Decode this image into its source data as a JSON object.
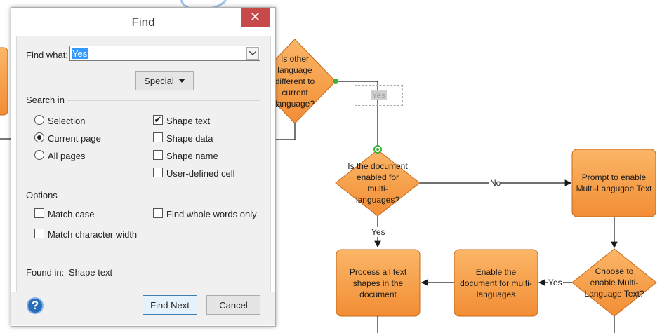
{
  "dialog": {
    "title": "Find",
    "find_what_label": "Find what:",
    "find_what_value": "Yes",
    "special_button": "Special",
    "search_in_label": "Search in",
    "scope_options": [
      {
        "label": "Selection",
        "selected": false
      },
      {
        "label": "Current page",
        "selected": true
      },
      {
        "label": "All pages",
        "selected": false
      }
    ],
    "search_targets": [
      {
        "label": "Shape text",
        "checked": true
      },
      {
        "label": "Shape data",
        "checked": false
      },
      {
        "label": "Shape name",
        "checked": false
      },
      {
        "label": "User-defined cell",
        "checked": false
      }
    ],
    "options_label": "Options",
    "options": [
      {
        "label": "Match case",
        "checked": false
      },
      {
        "label": "Find whole words only",
        "checked": false
      },
      {
        "label": "Match character width",
        "checked": false
      }
    ],
    "found_in_label": "Found in:",
    "found_in_value": "Shape text",
    "find_next_button": "Find Next",
    "cancel_button": "Cancel",
    "close_glyph": "✕",
    "help_glyph": "?",
    "icons": {
      "close": "close-icon",
      "help": "help-icon",
      "dropdown": "chevron-down-icon"
    }
  },
  "flowchart": {
    "shapes": {
      "other_language": "Is other\nlanguage\ndifferent to\ncurrent\nlanguage?",
      "document_enabled": "Is the document\nenabled for\nmulti-\nlanguages?",
      "prompt_enable": "Prompt to enable\nMulti-Langugae Text",
      "choose_enable": "Choose to\nenable Multi-\nLanguage Text?",
      "enable_document": "Enable the\ndocument for multi-\nlanguages",
      "process_shapes": "Process all text\nshapes in the\ndocument"
    },
    "connector_labels": {
      "selected_yes": "Yes",
      "no": "No",
      "yes_down": "Yes",
      "yes_left": "Yes"
    },
    "colors": {
      "shape_fill": "#f7a04e",
      "shape_stroke": "#c46a1c",
      "connector": "#1a1a1a",
      "handle": "#3bb33b"
    }
  }
}
